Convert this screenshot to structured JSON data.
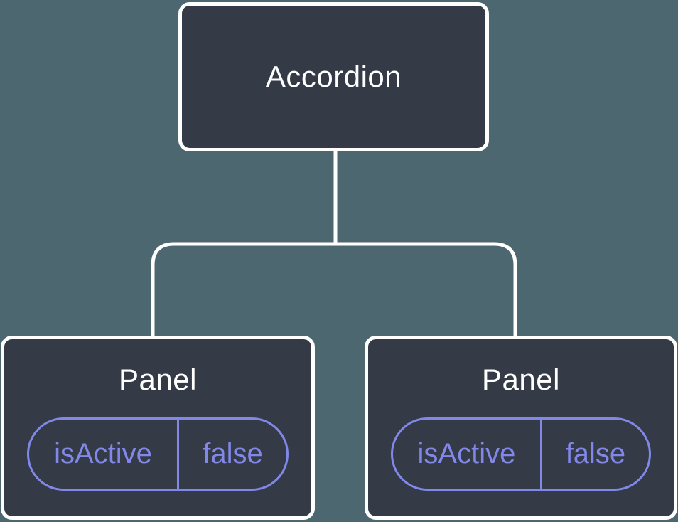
{
  "tree": {
    "root": {
      "label": "Accordion"
    },
    "children": [
      {
        "label": "Panel",
        "state": {
          "key": "isActive",
          "value": "false"
        }
      },
      {
        "label": "Panel",
        "state": {
          "key": "isActive",
          "value": "false"
        }
      }
    ]
  },
  "colors": {
    "background": "#4C6770",
    "node_fill": "#343A46",
    "connector": "#FFFFFF",
    "node_text": "#FFFFFF",
    "accent": "#8288EA"
  }
}
